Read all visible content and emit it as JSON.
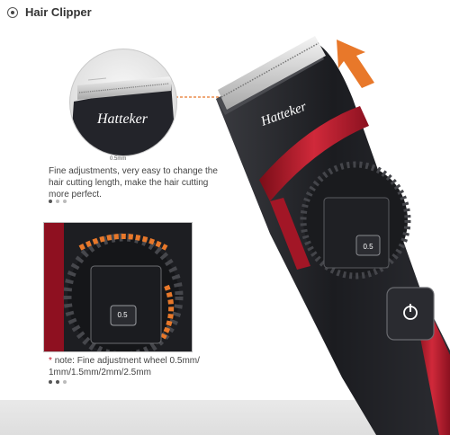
{
  "header": {
    "title": "Hair Clipper"
  },
  "product": {
    "brand": "Hatteker",
    "dial_value": "0.5"
  },
  "inset_top": {
    "label": "0.5mm"
  },
  "caption": {
    "text": "Fine adjustments, very easy to change the hair cutting length, make the hair cutting more perfect."
  },
  "note": {
    "prefix": "note:",
    "text": "Fine adjustment wheel 0.5mm/ 1mm/1.5mm/2mm/2.5mm"
  },
  "colors": {
    "accent_red": "#c4152a",
    "body_black": "#1e1f23",
    "arrow_orange": "#e8782a"
  },
  "icons": {
    "power": "power-icon",
    "direction": "up-arrow-icon"
  }
}
